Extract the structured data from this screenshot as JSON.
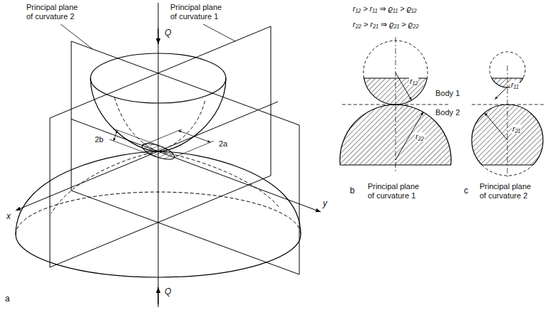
{
  "diagram": {
    "labels": [
      "Principal plane of curvature 2",
      "Principal plane of curvature 1",
      "Q",
      "2b",
      "2a",
      "x",
      "y",
      "Q",
      "a",
      "r₁₂ > r₁₁ ⇒ ϱ₁₁ > ϱ₁₂",
      "r₂₂ > r₂₁ ⇒ ϱ₂₁ > ϱ₂₂",
      "r₁₂",
      "Body 1",
      "Body 2",
      "r₁₁",
      "r₂₂",
      "r₂₁",
      "Principal plane of curvature 1",
      "Principal plane of curvature 2",
      "b",
      "c"
    ]
  }
}
